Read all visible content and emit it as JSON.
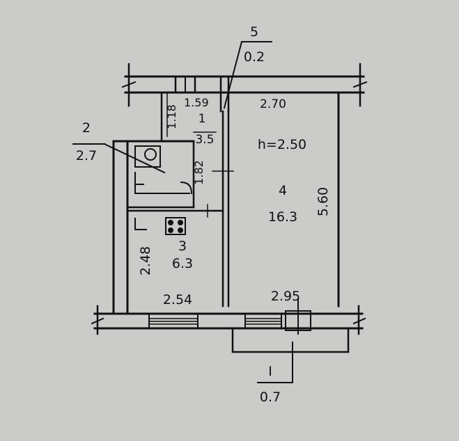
{
  "plan": {
    "ceiling_height": "h=2.50",
    "rooms": [
      {
        "number": "1",
        "area": "3.5"
      },
      {
        "number": "2",
        "area": "2.7"
      },
      {
        "number": "3",
        "area": "6.3"
      },
      {
        "number": "4",
        "area": "16.3"
      },
      {
        "number": "5",
        "area": "0.2"
      }
    ],
    "balcony": {
      "number": "I",
      "area": "0.7"
    },
    "dimensions": {
      "hall_width": "1.59",
      "hall_depth": "1.18",
      "top_width": "2.70",
      "bath_length": "1.82",
      "room_depth": "5.60",
      "kitchen_depth": "2.48",
      "kitchen_width": "2.54",
      "window_width": "2.95"
    }
  }
}
